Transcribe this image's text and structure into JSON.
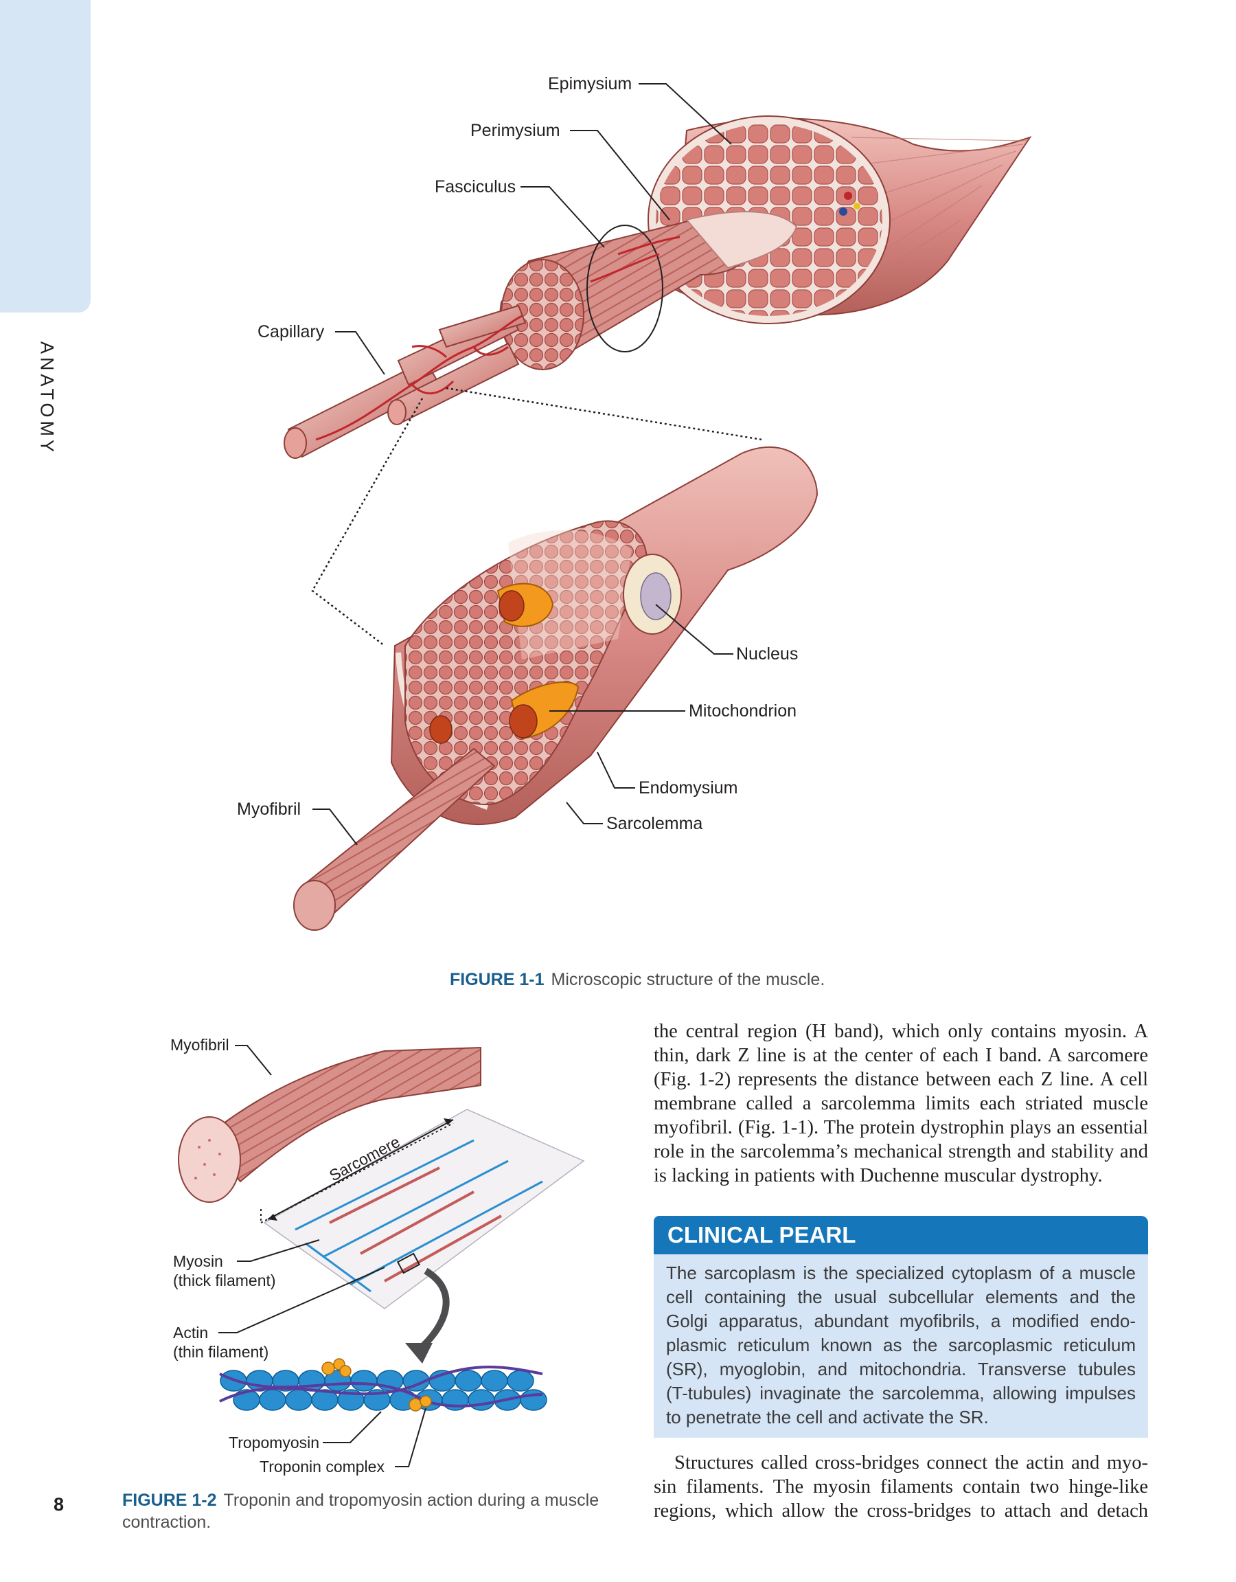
{
  "section_tab": "ANATOMY",
  "page_number": "8",
  "figure1": {
    "labels": {
      "epimysium": "Epimysium",
      "perimysium": "Perimysium",
      "fasciculus": "Fasciculus",
      "capillary": "Capillary",
      "nucleus": "Nucleus",
      "mitochondrion": "Mitochondrion",
      "endomysium": "Endomysium",
      "myofibril": "Myofibril",
      "sarcolemma": "Sarcolemma"
    },
    "caption_number": "FIGURE 1-1",
    "caption_text": "Microscopic structure of the muscle."
  },
  "figure2": {
    "labels": {
      "myofibril": "Myofibril",
      "sarcomere": "Sarcomere",
      "myosin": "Myosin",
      "myosin_sub": "(thick filament)",
      "actin": "Actin",
      "actin_sub": "(thin filament)",
      "tropomyosin": "Tropomyosin",
      "troponin": "Troponin complex"
    },
    "caption_number": "FIGURE 1-2",
    "caption_line1": "Troponin and tropomyosin action during a muscle",
    "caption_line2": "contraction."
  },
  "body": {
    "para1_lines": [
      "the central region (H band), which only contains myosin. A",
      "thin, dark Z line is at the center of each I band. A sarcomere",
      "(Fig. 1-2) represents the distance between each Z line. A cell",
      "membrane called a sarcolemma limits each striated muscle",
      "myofibril. (Fig. 1-1). The protein dystrophin plays an essential",
      "role in the sarcolemma’s mechanical strength and stability and",
      "is lacking in patients with Duchenne muscular dystrophy."
    ],
    "para2_lines": [
      "Structures called cross-bridges connect the actin and myo-",
      "sin filaments. The myosin filaments contain two hinge-like",
      "regions, which allow the cross-bridges to attach and detach"
    ]
  },
  "clinical_pearl": {
    "title": "CLINICAL PEARL",
    "lines": [
      "The sarcoplasm is the specialized cytoplasm of a muscle",
      "cell containing the usual subcellular elements and the",
      "Golgi apparatus, abundant myofibrils, a modified endo-",
      "plasmic reticulum known as the sarcoplasmic reticulum",
      "(SR), myoglobin, and mitochondria. Transverse tubules",
      "(T-tubules) invaginate the sarcolemma, allowing impulses",
      "to penetrate the cell and activate the SR."
    ]
  },
  "colors": {
    "tab": "#d7e6f5",
    "accent_blue": "#1576ba",
    "caption_blue": "#1a5e8e",
    "pearl_bg": "#d6e5f5",
    "muscle": "#d98a86",
    "muscle_dark": "#b4524d",
    "mito": "#f39a1e",
    "filament_blue": "#2a8fd0"
  }
}
